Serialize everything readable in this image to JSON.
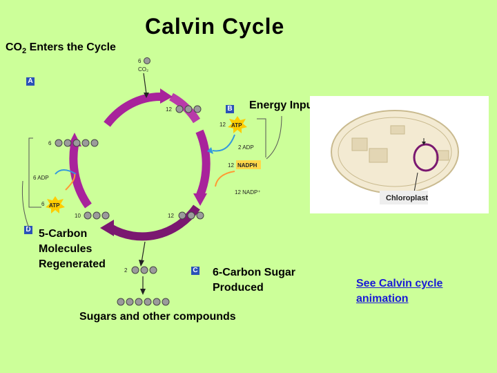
{
  "title": "Calvin Cycle",
  "labels": {
    "co2_enters_prefix": "CO",
    "co2_enters_sub": "2",
    "co2_enters_suffix": " Enters the Cycle",
    "energy_input": "Energy Input",
    "five_carbon_line1": "5-Carbon",
    "five_carbon_line2": "Molecules",
    "five_carbon_line3": "Regenerated",
    "six_carbon_line1": "6-Carbon Sugar",
    "six_carbon_line2": "Produced",
    "sugars": "Sugars and other compounds"
  },
  "step_tags": {
    "a": "A",
    "b": "B",
    "c": "C",
    "d": "D"
  },
  "diagram_text": {
    "co2_count": "6",
    "co2_formula": "CO₂",
    "atp": "ATP",
    "nadph": "NADPH",
    "count_12": "12",
    "count_10": "10",
    "count_6": "6",
    "count_2": "2",
    "adp_2": "2 ADP",
    "nadp": "12 NADP⁺",
    "adp_6": "6 ADP"
  },
  "inset": {
    "label": "Chloroplast"
  },
  "link": {
    "line1": "See Calvin cycle",
    "line2": "animation"
  },
  "colors": {
    "background": "#ccff99",
    "cycle": "#a8239b",
    "link": "#1a1ad6",
    "tag": "#2a52b8"
  }
}
